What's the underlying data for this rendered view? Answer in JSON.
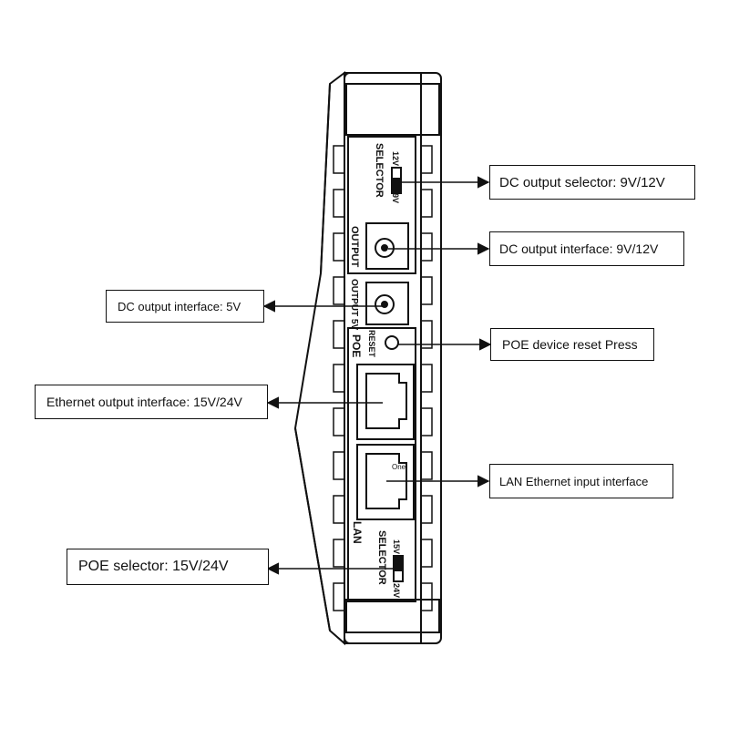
{
  "device": {
    "label_selector_dc": "SELECTOR",
    "label_9v": "9V",
    "label_12v": "12V",
    "label_output": "OUTPUT",
    "label_output_5v": "OUTPUT 5V",
    "label_reset": "RESET",
    "label_poe": "POE",
    "label_lan": "LAN",
    "label_one": "One",
    "label_selector_poe": "SELECTOR",
    "label_24v": "24V",
    "label_15v": "15V"
  },
  "callouts": {
    "dc_selector": "DC output selector: 9V/12V",
    "dc_output_9_12": "DC output interface: 9V/12V",
    "dc_output_5v": "DC output interface: 5V",
    "poe_reset": "POE device reset Press",
    "ethernet_output": "Ethernet output interface: 15V/24V",
    "lan_input": "LAN Ethernet input interface",
    "poe_selector": "POE selector: 15V/24V"
  },
  "colors": {
    "line": "#111111",
    "background": "#ffffff"
  }
}
